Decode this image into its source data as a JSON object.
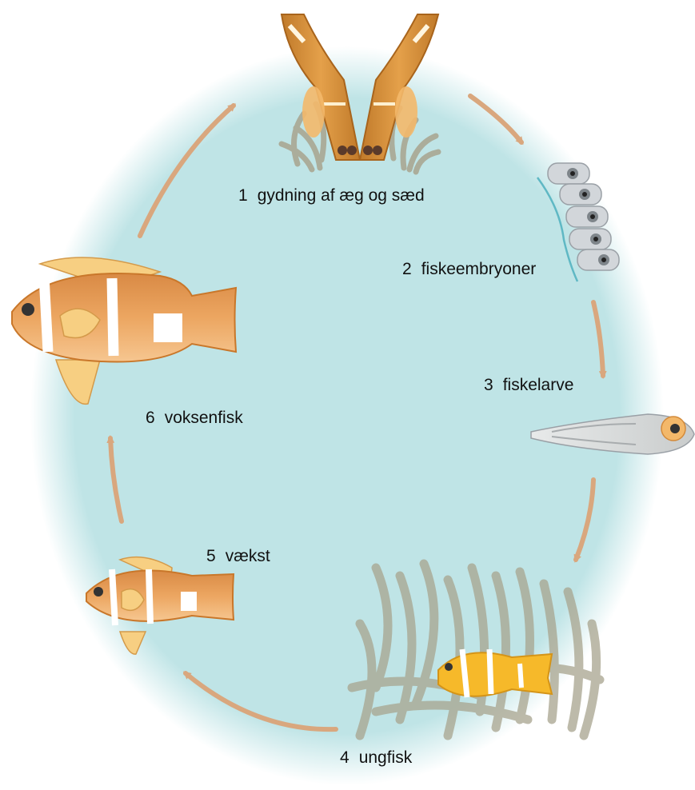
{
  "colors": {
    "water": "#bfe4e6",
    "arrow": "#d9a77e",
    "fish_orange": "#e9964a",
    "fish_fin": "#f7cf82",
    "fish_stripe": "#ffffff",
    "fish_outline": "#c9772a",
    "juvenile_yellow": "#f6b92a",
    "anemone": "#a8a48e",
    "embryo": "#d2d6da",
    "larva": "#d3d5d4"
  },
  "stages": [
    {
      "number": "1",
      "label": "gydning af æg og sæd",
      "icon": "spawning-pair-icon"
    },
    {
      "number": "2",
      "label": "fiskeembryoner",
      "icon": "fish-embryos-icon"
    },
    {
      "number": "3",
      "label": "fiskelarve",
      "icon": "fish-larva-icon"
    },
    {
      "number": "4",
      "label": "ungfisk",
      "icon": "juvenile-fish-icon"
    },
    {
      "number": "5",
      "label": "vækst",
      "icon": "growing-fish-icon"
    },
    {
      "number": "6",
      "label": "voksenfisk",
      "icon": "adult-fish-icon"
    }
  ]
}
